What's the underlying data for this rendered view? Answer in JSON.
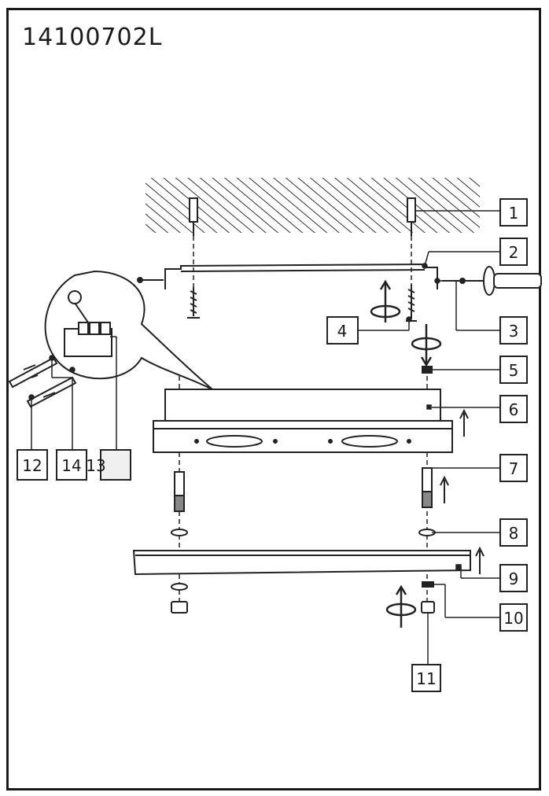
{
  "document": {
    "code": "14100702L"
  },
  "callouts": {
    "c1": "1",
    "c2": "2",
    "c3": "3",
    "c4": "4",
    "c5": "5",
    "c6": "6",
    "c7": "7",
    "c8": "8",
    "c9": "9",
    "c10": "10",
    "c11": "11",
    "c12": "12",
    "c14": "14",
    "c13": "13"
  }
}
